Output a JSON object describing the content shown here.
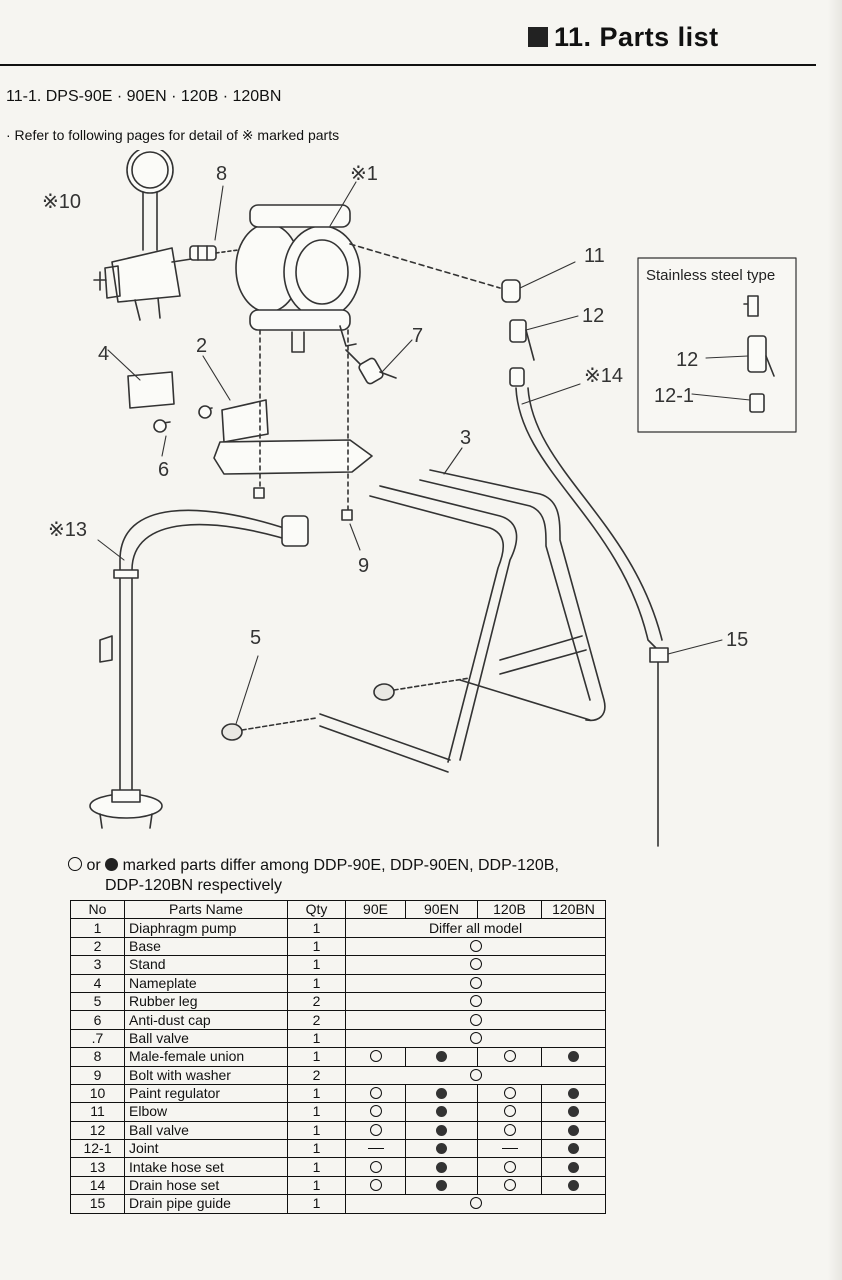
{
  "header": {
    "title": "11. Parts list"
  },
  "section": {
    "title": "11-1. DPS-90E · 90EN · 120B · 120BN"
  },
  "note": "· Refer to following pages for detail of ※ marked parts",
  "diagram": {
    "callouts": [
      "※1",
      "2",
      "3",
      "4",
      "5",
      "6",
      "7",
      "8",
      "9",
      "※10",
      "11",
      "12",
      "※13",
      "※14",
      "15"
    ],
    "inset": {
      "title": "Stainless steel type",
      "labels": [
        "12",
        "12-1"
      ]
    }
  },
  "legend": {
    "symbols": [
      "open-circle-icon",
      "filled-circle-icon"
    ],
    "or": "or",
    "text_line1": "marked parts differ among DDP-90E, DDP-90EN, DDP-120B,",
    "text_line2": "DDP-120BN respectively"
  },
  "table": {
    "headers": [
      "No",
      "Parts Name",
      "Qty",
      "90E",
      "90EN",
      "120B",
      "120BN"
    ],
    "rows": [
      {
        "no": "1",
        "name": "Diaphragm pump",
        "qty": "1",
        "span": "Differ all model"
      },
      {
        "no": "2",
        "name": "Base",
        "qty": "1",
        "span": "○"
      },
      {
        "no": "3",
        "name": "Stand",
        "qty": "1",
        "span": "○"
      },
      {
        "no": "4",
        "name": "Nameplate",
        "qty": "1",
        "span": "○"
      },
      {
        "no": "5",
        "name": "Rubber leg",
        "qty": "2",
        "span": "○"
      },
      {
        "no": "6",
        "name": "Anti-dust cap",
        "qty": "2",
        "span": "○"
      },
      {
        "no": ".7",
        "name": "Ball valve",
        "qty": "1",
        "span": "○"
      },
      {
        "no": "8",
        "name": "Male-female union",
        "qty": "1",
        "cells": [
          "○",
          "●",
          "○",
          "●"
        ]
      },
      {
        "no": "9",
        "name": "Bolt with washer",
        "qty": "2",
        "span": "○"
      },
      {
        "no": "10",
        "name": "Paint regulator",
        "qty": "1",
        "cells": [
          "○",
          "●",
          "○",
          "●"
        ]
      },
      {
        "no": "11",
        "name": "Elbow",
        "qty": "1",
        "cells": [
          "○",
          "●",
          "○",
          "●"
        ]
      },
      {
        "no": "12",
        "name": "Ball valve",
        "qty": "1",
        "cells": [
          "○",
          "●",
          "○",
          "●"
        ]
      },
      {
        "no": "12-1",
        "name": "Joint",
        "qty": "1",
        "cells": [
          "—",
          "●",
          "—",
          "●"
        ]
      },
      {
        "no": "13",
        "name": "Intake hose set",
        "qty": "1",
        "cells": [
          "○",
          "●",
          "○",
          "●"
        ]
      },
      {
        "no": "14",
        "name": "Drain hose set",
        "qty": "1",
        "cells": [
          "○",
          "●",
          "○",
          "●"
        ]
      },
      {
        "no": "15",
        "name": "Drain pipe guide",
        "qty": "1",
        "span": "○"
      }
    ]
  }
}
